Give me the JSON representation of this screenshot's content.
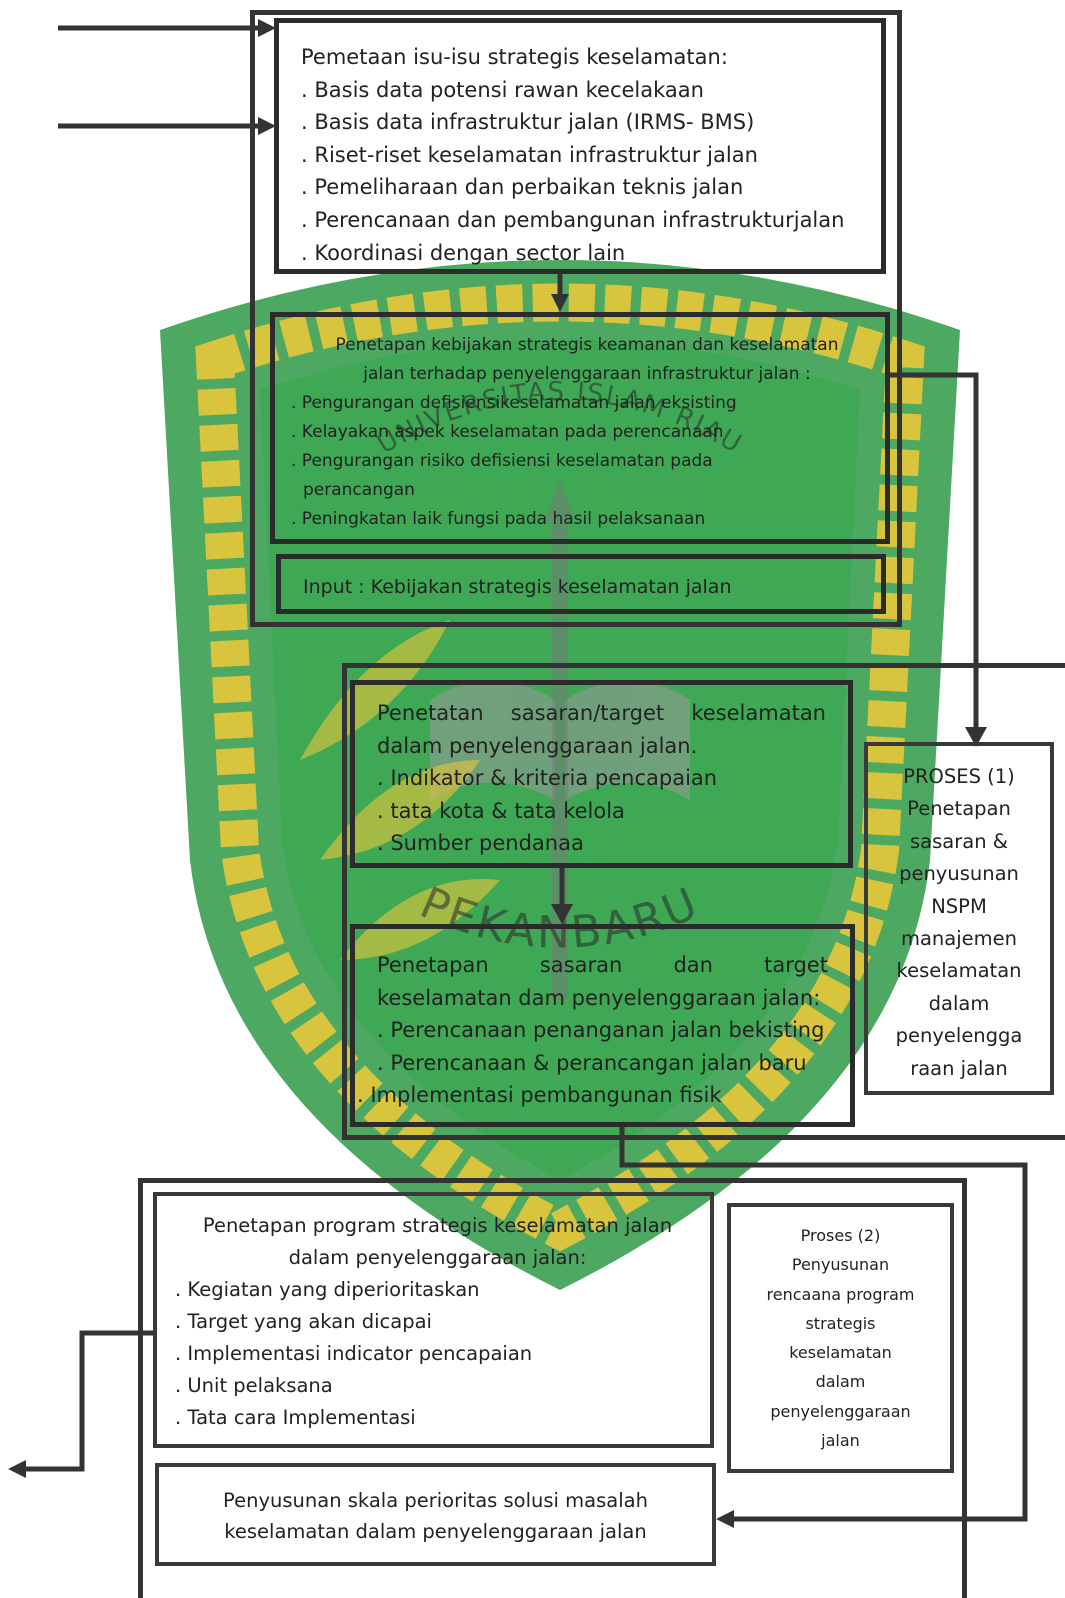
{
  "box1": {
    "title": "Pemetaan isu-isu strategis keselamatan:",
    "items": [
      ". Basis data potensi rawan kecelakaan",
      ". Basis data infrastruktur jalan (IRMS- BMS)",
      ". Riset-riset keselamatan infrastruktur jalan",
      ". Pemeliharaan dan perbaikan teknis jalan",
      ". Perencanaan dan pembangunan infrastrukturjalan",
      ". Koordinasi dengan sector lain"
    ]
  },
  "box2": {
    "title_lines": [
      "Penetapan kebijakan strategis keamanan dan keselamatan",
      "jalan terhadap penyelenggaraan infrastruktur jalan :"
    ],
    "items": [
      ". Pengurangan defisiensikeselamatan jalan eksisting",
      ". Kelayakan aspek keselamatan pada perencanaan",
      ". Pengurangan risiko defisiensi keselamatan pada",
      "perancangan",
      ". Peningkatan laik fungsi pada hasil pelaksanaan"
    ]
  },
  "box3": {
    "text": "Input : Kebijakan strategis keselamatan jalan"
  },
  "box4": {
    "title_words": [
      "Penetatan",
      "sasaran/target",
      "keselamatan"
    ],
    "title_line2": "dalam penyelenggaraan jalan.",
    "items": [
      ". Indikator & kriteria pencapaian",
      ". tata kota & tata kelola",
      ". Sumber pendanaa"
    ]
  },
  "box5": {
    "title_words": [
      "Penetapan",
      "sasaran",
      "dan",
      "target"
    ],
    "title_line2": "keselamatan dam penyelenggaraan jalan:",
    "items": [
      ". Perencanaan penanganan jalan bekisting",
      ". Perencanaan & perancangan jalan baru",
      ". Implementasi pembangunan fisik"
    ]
  },
  "proses1": {
    "lines": [
      "PROSES (1)",
      "Penetapan",
      "sasaran &",
      "penyusunan",
      "NSPM",
      "manajemen",
      "keselamatan",
      "dalam",
      "penyelengga",
      "raan jalan"
    ]
  },
  "box6": {
    "title_lines": [
      "Penetapan program strategis keselamatan jalan",
      "dalam penyelenggaraan jalan:"
    ],
    "items": [
      ". Kegiatan yang diperioritaskan",
      ". Target yang akan dicapai",
      ". Implementasi indicator pencapaian",
      ". Unit pelaksana",
      ". Tata cara Implementasi"
    ]
  },
  "proses2": {
    "lines": [
      "Proses (2)",
      "Penyusunan",
      "rencaana program",
      "strategis",
      "keselamatan",
      "dalam",
      "penyelenggaraan",
      "jalan"
    ]
  },
  "box7": {
    "lines": [
      "Penyusunan skala perioritas solusi masalah",
      "keselamatan dalam penyelenggaraan jalan"
    ]
  },
  "watermark": {
    "text_top": "UNIVERSITAS ISLAM RIAU",
    "text_bottom": "PEKANBARU",
    "colors": {
      "shield": "#1f8a3a",
      "rope": "#e8c63a",
      "ink": "#2b2b2b"
    }
  }
}
